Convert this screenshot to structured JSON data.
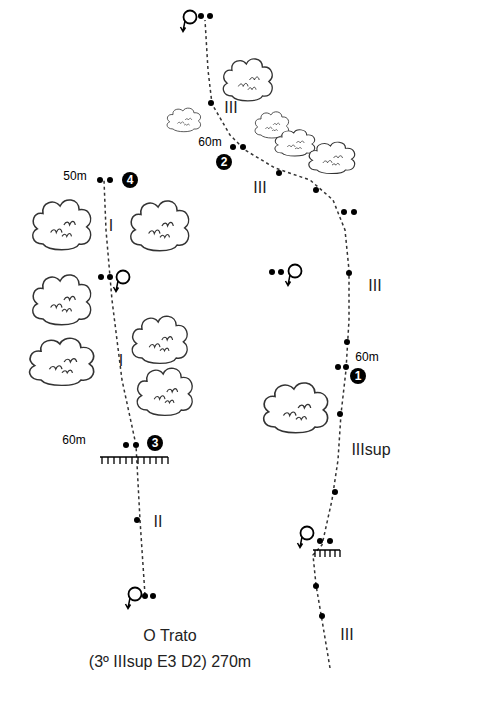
{
  "diagram": {
    "labels": [
      "III",
      "60m",
      "2",
      "III",
      "III",
      "60m",
      "1",
      "IIIsup",
      "III",
      "50m",
      "4",
      "I",
      "I",
      "60m",
      "3",
      "II",
      "O Trato",
      "(3º IIIsup E3 D2) 270m"
    ]
  }
}
